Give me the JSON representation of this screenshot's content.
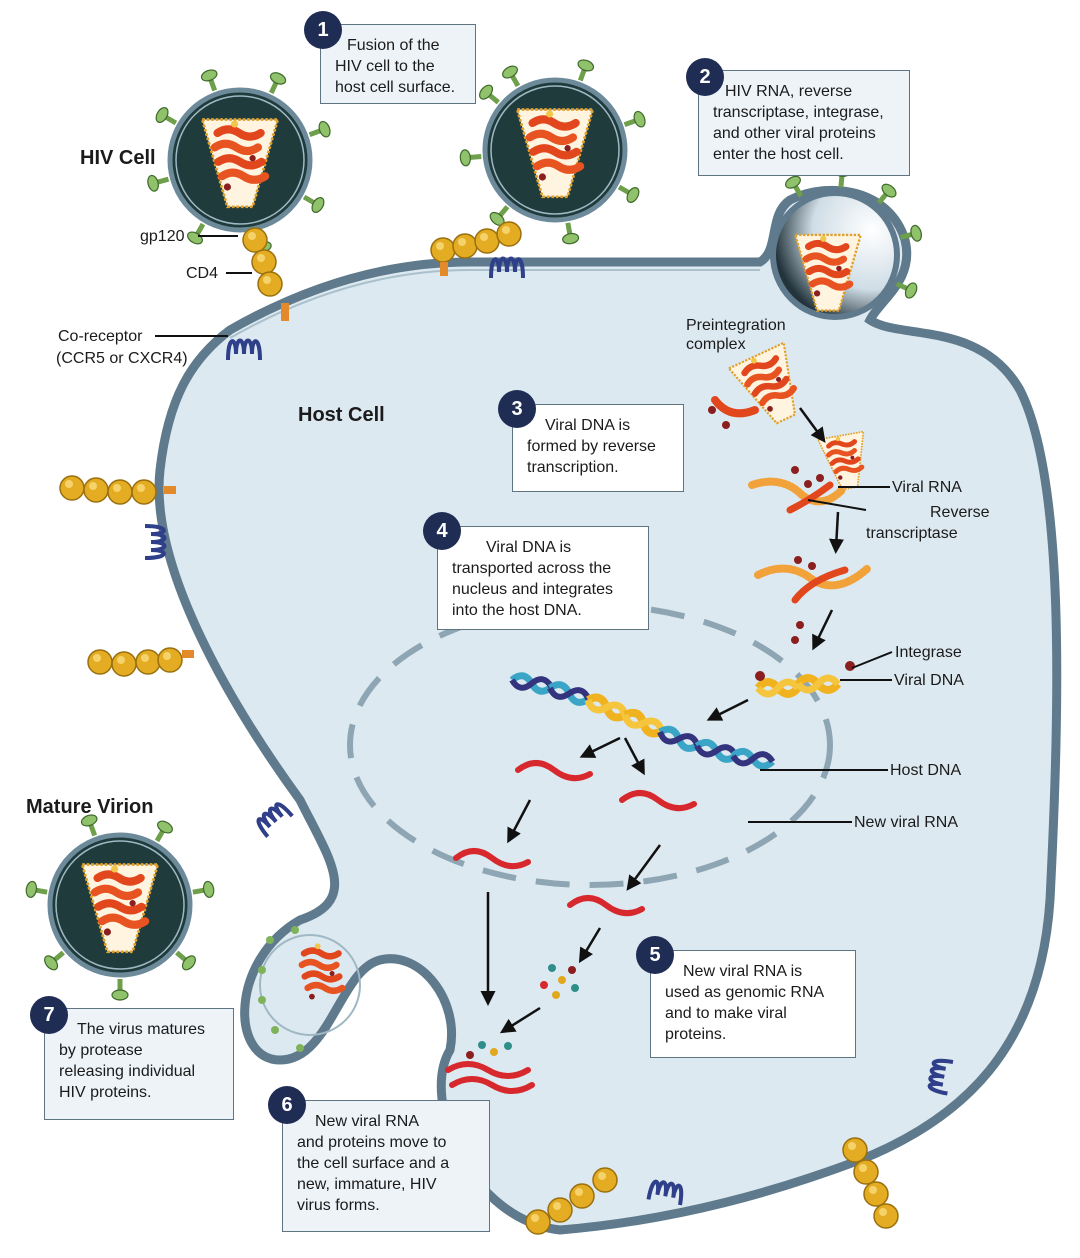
{
  "labels": {
    "hiv_cell": "HIV Cell",
    "host_cell": "Host Cell",
    "mature_virion": "Mature Virion",
    "gp120": "gp120",
    "cd4": "CD4",
    "coreceptor_1": "Co-receptor",
    "coreceptor_2": "(CCR5 or CXCR4)",
    "preintegration_1": "Preintegration",
    "preintegration_2": "complex",
    "viral_rna": "Viral RNA",
    "reverse_1": "Reverse",
    "reverse_2": "transcriptase",
    "integrase": "Integrase",
    "viral_dna": "Viral DNA",
    "host_dna": "Host DNA",
    "new_viral_rna": "New viral RNA"
  },
  "steps": [
    {
      "num": "1",
      "lines": [
        "Fusion of the",
        "HIV cell to the",
        "host cell surface."
      ]
    },
    {
      "num": "2",
      "lines": [
        "HIV RNA, reverse",
        "transcriptase, integrase,",
        "and other viral proteins",
        "enter the host cell."
      ]
    },
    {
      "num": "3",
      "lines": [
        "Viral DNA is",
        "formed by reverse",
        "transcription."
      ]
    },
    {
      "num": "4",
      "lines": [
        "Viral DNA is",
        "transported across the",
        "nucleus and integrates",
        "into the host DNA."
      ]
    },
    {
      "num": "5",
      "lines": [
        "New viral RNA is",
        "used as genomic RNA",
        "and to make viral",
        "proteins."
      ]
    },
    {
      "num": "6",
      "lines": [
        "New viral RNA",
        "and proteins move to",
        "the cell surface and a",
        "new, immature, HIV",
        "virus  forms."
      ]
    },
    {
      "num": "7",
      "lines": [
        "The virus matures",
        "by protease",
        "releasing individual",
        "HIV proteins."
      ]
    }
  ],
  "colors": {
    "cell_fill": "#dde9f0",
    "cell_stroke": "#5e7a8c",
    "virion_dark": "#1d3a3a",
    "rna_red": "#d7282d",
    "capsid_orange": "#ea7a2a",
    "cd4_gold": "#e0a81c",
    "badge_navy": "#1f2d55"
  }
}
